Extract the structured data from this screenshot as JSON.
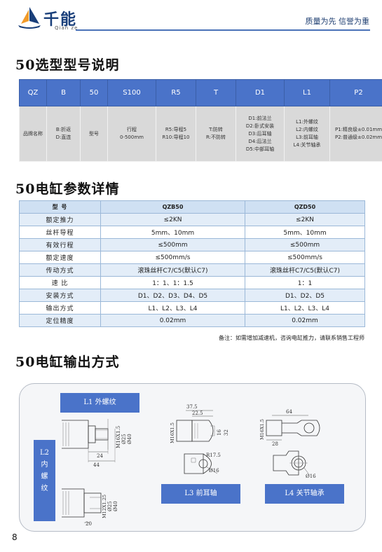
{
  "header": {
    "brand_cn": "千能",
    "brand_en": "Qian ze",
    "slogan": "质量为先 信誉为重"
  },
  "sections": {
    "model_title": "50选型型号说明",
    "param_title": "50电缸参数详情",
    "output_title": "50电缸输出方式"
  },
  "model_table": {
    "headers": [
      "QZ",
      "B",
      "50",
      "S100",
      "R5",
      "T",
      "D1",
      "L1",
      "P2"
    ],
    "cells": [
      [
        "品牌名称"
      ],
      [
        "B:折返",
        "D:直连"
      ],
      [
        "型号"
      ],
      [
        "行程",
        "0-500mm"
      ],
      [
        "R5:导程5",
        "R10:导程10"
      ],
      [
        "T:防转",
        "R:不防转"
      ],
      [
        "D1:前法兰",
        "D2:卧式安装",
        "D3:后耳轴",
        "D4:后法兰",
        "D5:中部耳轴"
      ],
      [
        "L1:外螺纹",
        "L2:内螺纹",
        "L3:前耳轴",
        "L4:关节轴承"
      ],
      [
        "P1:精良级±0.01mm",
        "P2:普通级±0.02mm"
      ]
    ]
  },
  "param_table": {
    "header": [
      "型      号",
      "QZB50",
      "QZD50"
    ],
    "rows": [
      [
        "额定推力",
        "≤2KN",
        "≤2KN"
      ],
      [
        "丝杆导程",
        "5mm、10mm",
        "5mm、10mm"
      ],
      [
        "有效行程",
        "≤500mm",
        "≤500mm"
      ],
      [
        "额定速度",
        "≤500mm/s",
        "≤500mm/s"
      ],
      [
        "传动方式",
        "滚珠丝杆C7/C5(默认C7)",
        "滚珠丝杆C7/C5(默认C7)"
      ],
      [
        "速      比",
        "1：1、1：1.5",
        "1：1"
      ],
      [
        "安装方式",
        "D1、D2、D3、D4、D5",
        "D1、D2、D5"
      ],
      [
        "输出方式",
        "L1、L2、L3、L4",
        "L1、L2、L3、L4"
      ],
      [
        "定位精度",
        "0.02mm",
        "0.02mm"
      ]
    ],
    "note": "备注：如需增加减速机，咨询电缸推力，请联系销售工程师"
  },
  "output": {
    "l1_label": "L1 外螺纹",
    "l2_label": [
      "L2",
      "内",
      "螺",
      "纹"
    ],
    "l3_label": "L3 前耳轴",
    "l4_label": "L4 关节轴承",
    "dims": {
      "l1_d1": "M16X1.5",
      "l1_d2": "Ø25",
      "l1_d3": "Ø40",
      "l1_a": "24",
      "l1_b": "44",
      "l2_d1": "M12X1.25",
      "l2_d2": "Ø25",
      "l2_d3": "Ø40",
      "l2_a": "20",
      "l3_a": "37.5",
      "l3_b": "22.5",
      "l3_t": "M16X1.5",
      "l3_h1": "16",
      "l3_h2": "32",
      "l3_r": "R17.5",
      "l3_hole": "Ø16",
      "l4_a": "64",
      "l4_t": "M16X1.5",
      "l4_b": "28",
      "l4_hole": "Ø16"
    }
  },
  "page_number": "8",
  "colors": {
    "accent": "#4a73c9",
    "header_line": "#4a72b8",
    "cell_gray": "#d9d9d9",
    "param_stripe": "#e3edf8"
  }
}
